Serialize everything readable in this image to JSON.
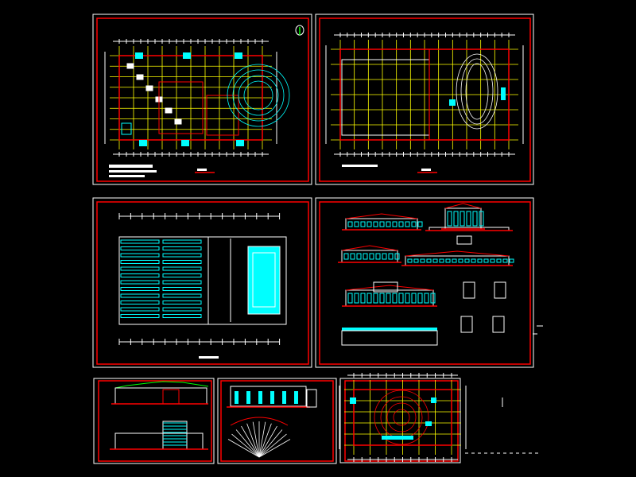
{
  "colors": {
    "background": "#000000",
    "sheet_frame": "#ffffff",
    "title_border": "#ff0000",
    "axis_lines": "#ffff00",
    "fixtures": "#00ffff",
    "walls": "#ff0000",
    "roof": "#00ff00",
    "doors": "#ff00ff",
    "linework": "#ffffff"
  },
  "sheets": [
    {
      "kind": "first-floor-plan"
    },
    {
      "kind": "second-floor-plan"
    },
    {
      "kind": "roof-plan"
    },
    {
      "kind": "elevations"
    },
    {
      "kind": "sections"
    },
    {
      "kind": "details"
    },
    {
      "kind": "partial-plan"
    }
  ]
}
